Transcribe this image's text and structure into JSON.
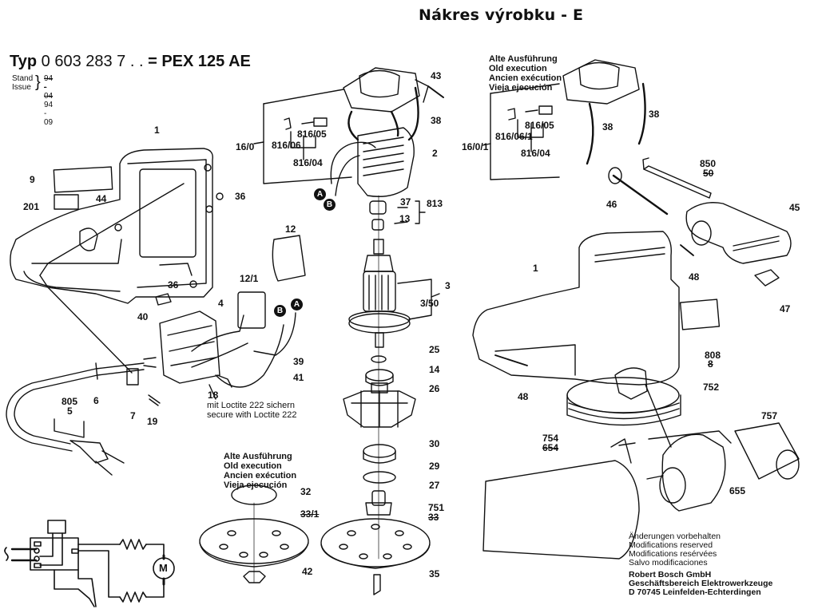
{
  "page_title": "Nákres výrobku - E",
  "header": {
    "typ_prefix": "Typ",
    "typ_number": "0 603 283 7 . .",
    "typ_model": "= PEX 125 AE",
    "stand_label": "Stand",
    "issue_label": "Issue",
    "stand_value": "94 - 04",
    "issue_value": "94 - 09"
  },
  "notes": {
    "old_execution_top": [
      "Alte Ausführung",
      "Old execution",
      "Ancien exécution",
      "Vieja ejecución"
    ],
    "old_execution_bottom": [
      "Alte Ausführung",
      "Old execution",
      "Ancien exécution",
      "Vieja ejecución"
    ],
    "loctite": [
      "mit Loctite 222 sichern",
      "secure with Loctite 222"
    ]
  },
  "footer": {
    "reserved": [
      "Änderungen vorbehalten",
      "Modifications reserved",
      "Modifications resérvées",
      "Salvo modificaciones"
    ],
    "company": [
      "Robert Bosch GmbH",
      "Geschäftsbereich Elektrowerkzeuge",
      "D 70745 Leinfelden-Echterdingen"
    ]
  },
  "connectors": {
    "a": "A",
    "b": "B"
  },
  "circuit": {
    "motor_label": "M"
  },
  "part_labels": {
    "p1_left": "1",
    "p9": "9",
    "p201": "201",
    "p44": "44",
    "p36a": "36",
    "p36b": "36",
    "p40": "40",
    "p4": "4",
    "p12": "12",
    "p12_1": "12/1",
    "p39": "39",
    "p41": "41",
    "p18": "18",
    "p805": "805",
    "p5": "5",
    "p6": "6",
    "p7": "7",
    "p19": "19",
    "p16_0": "16/0",
    "p816_06": "816/06",
    "p816_05": "816/05",
    "p816_04": "816/04",
    "p43": "43",
    "p38": "38",
    "p2": "2",
    "p37": "37",
    "p813": "813",
    "p13": "13",
    "p3": "3",
    "p3_50": "3/50",
    "p25": "25",
    "p14": "14",
    "p26": "26",
    "p30": "30",
    "p29": "29",
    "p27": "27",
    "p751": "751",
    "p33": "33",
    "p35": "35",
    "p32": "32",
    "p33_1": "33/1",
    "p42": "42",
    "p16_0_1": "16/0/1",
    "p816_06_1": "816/06/1",
    "p816_05b": "816/05",
    "p816_04b": "816/04",
    "p38b": "38",
    "p38c": "38",
    "p850": "850",
    "p50": "50",
    "p46": "46",
    "p45": "45",
    "p48a": "48",
    "p47": "47",
    "p1_right": "1",
    "p808": "808",
    "p8": "8",
    "p48b": "48",
    "p752": "752",
    "p757": "757",
    "p754": "754",
    "p654": "654",
    "p655": "655"
  }
}
